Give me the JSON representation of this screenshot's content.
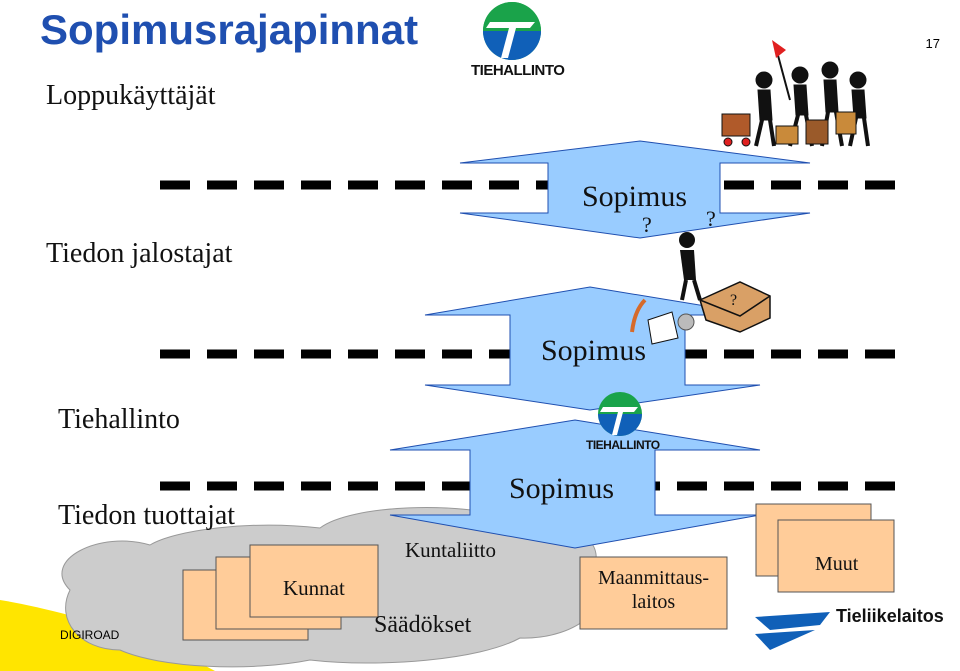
{
  "slide": {
    "title": "Sopimusrajapinnat",
    "page_number": "17",
    "footer_left": "DIGIROAD"
  },
  "layers": {
    "end_users": "Loppukäyttäjät",
    "refiners": "Tiedon jalostajat",
    "tiehallinto": "Tiehallinto",
    "producers": "Tiedon tuottajat"
  },
  "contracts": {
    "top": "Sopimus",
    "middle": "Sopimus",
    "bottom": "Sopimus"
  },
  "producers": {
    "municipalities": "Kunnat",
    "association": "Kuntaliitto",
    "regulations": "Säädökset",
    "land_survey": "Maanmittaus-\nlaitos",
    "others": "Muut"
  },
  "logos": {
    "tiehallinto_top": "TIEHALLINTO",
    "tiehallinto_mid": "TIEHALLINTO",
    "tieliikelaitos": "Tieliikelaitos"
  },
  "colors": {
    "title_blue": "#1f4fb0",
    "arrow_fill": "#99ccff",
    "box_fill": "#ffcc99",
    "cloud_fill": "#cccccc",
    "logo_green": "#1aa34a",
    "logo_blue": "#1060b8",
    "footer_yellow": "#ffe500"
  }
}
